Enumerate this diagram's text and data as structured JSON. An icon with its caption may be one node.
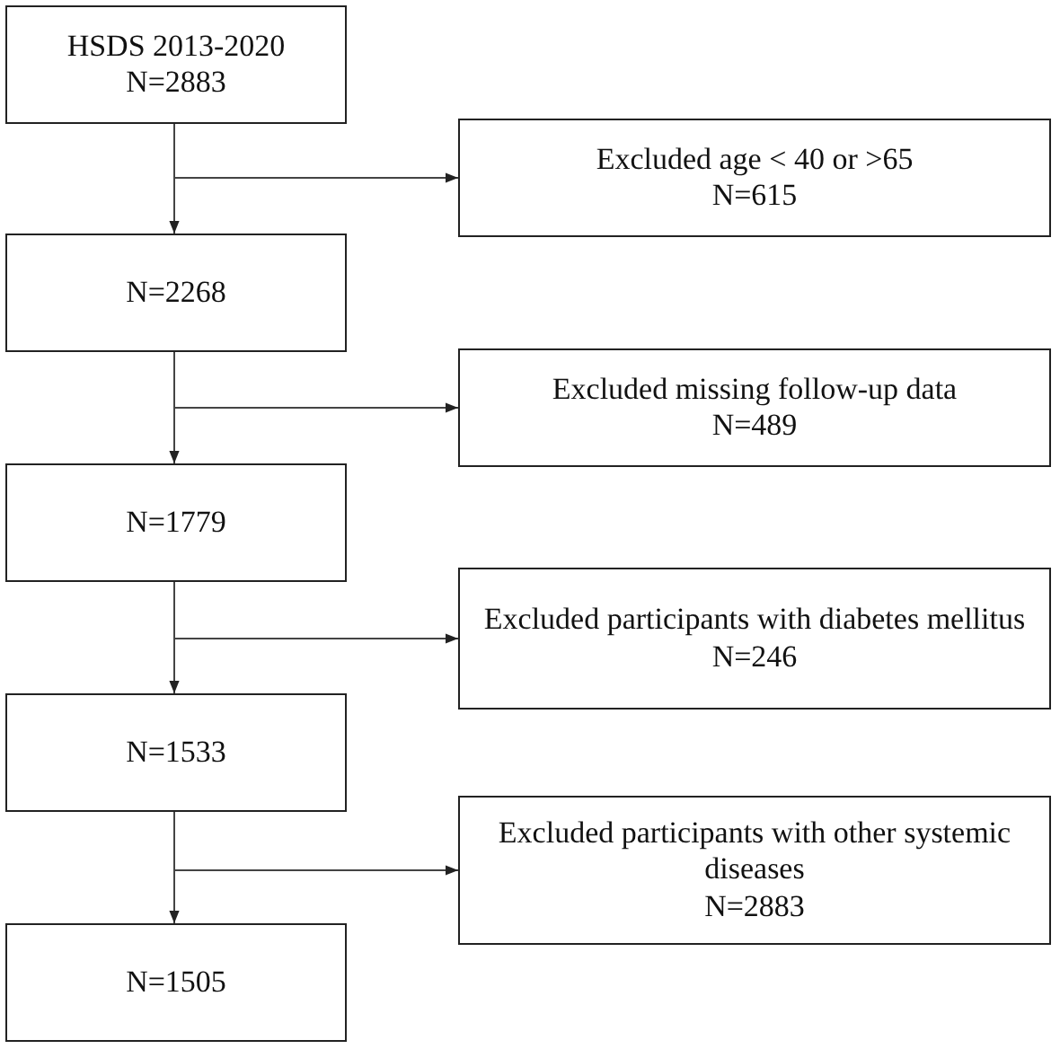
{
  "diagram": {
    "nodes": [
      {
        "text": [
          "HSDS 2013-2020",
          "N=2883"
        ]
      },
      {
        "text": [
          "Excluded age < 40 or >65",
          "N=615"
        ]
      },
      {
        "text": [
          "N=2268"
        ]
      },
      {
        "text": [
          "Excluded missing follow-up data",
          "N=489"
        ]
      },
      {
        "text": [
          "N=1779"
        ]
      },
      {
        "text": [
          "Excluded participants with diabetes mellitus",
          "N=246"
        ]
      },
      {
        "text": [
          "N=1533"
        ]
      },
      {
        "text": [
          "Excluded participants with other systemic diseases",
          "N=2883"
        ]
      },
      {
        "text": [
          "N=1505"
        ]
      }
    ],
    "edges": [
      {
        "from": 0,
        "to": 2,
        "arrow": "to"
      },
      {
        "from": 0,
        "to": 1,
        "arrow": "to"
      },
      {
        "from": 2,
        "to": 4,
        "arrow": "to"
      },
      {
        "from": 2,
        "to": 3,
        "arrow": "to"
      },
      {
        "from": 4,
        "to": 6,
        "arrow": "to"
      },
      {
        "from": 4,
        "to": 5,
        "arrow": "to"
      },
      {
        "from": 6,
        "to": 8,
        "arrow": "to"
      },
      {
        "from": 6,
        "to": 7,
        "arrow": "to"
      }
    ]
  }
}
